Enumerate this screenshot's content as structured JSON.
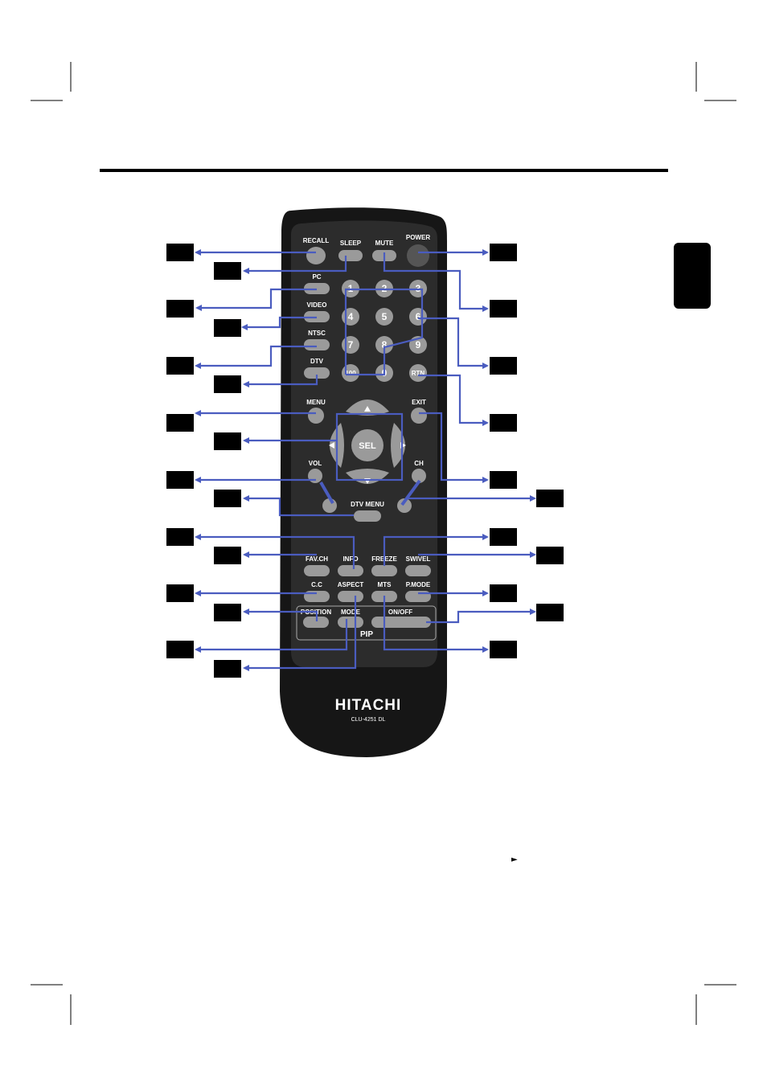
{
  "remote": {
    "brand": "HITACHI",
    "model": "CLU-4251 DL",
    "pip_label": "PIP",
    "sel_label": "SEL",
    "labels": {
      "recall": "RECALL",
      "sleep": "SLEEP",
      "mute": "MUTE",
      "power": "POWER",
      "pc": "PC",
      "video": "VIDEO",
      "ntsc": "NTSC",
      "dtv": "DTV",
      "menu": "MENU",
      "exit": "EXIT",
      "vol": "VOL",
      "ch": "CH",
      "dtv_menu": "DTV MENU",
      "fav_ch": "FAV.CH",
      "info": "INFO",
      "freeze": "FREEZE",
      "swivel": "SWIVEL",
      "cc": "C.C",
      "aspect": "ASPECT",
      "mts": "MTS",
      "p_mode": "P.MODE",
      "position": "POSITION",
      "mode": "MODE",
      "on_off": "ON/OFF"
    },
    "keys": [
      "1",
      "2",
      "3",
      "4",
      "5",
      "6",
      "7",
      "8",
      "9",
      "100",
      "0",
      "RTN"
    ]
  },
  "colors": {
    "remote_body": "#161616",
    "remote_face": "#2c2c2c",
    "button": "#9a9a9a",
    "leader": "#4a5cbf",
    "callout_box": "#000000",
    "side_tab": "#000000"
  },
  "marks": {
    "play_triangle": "►"
  }
}
